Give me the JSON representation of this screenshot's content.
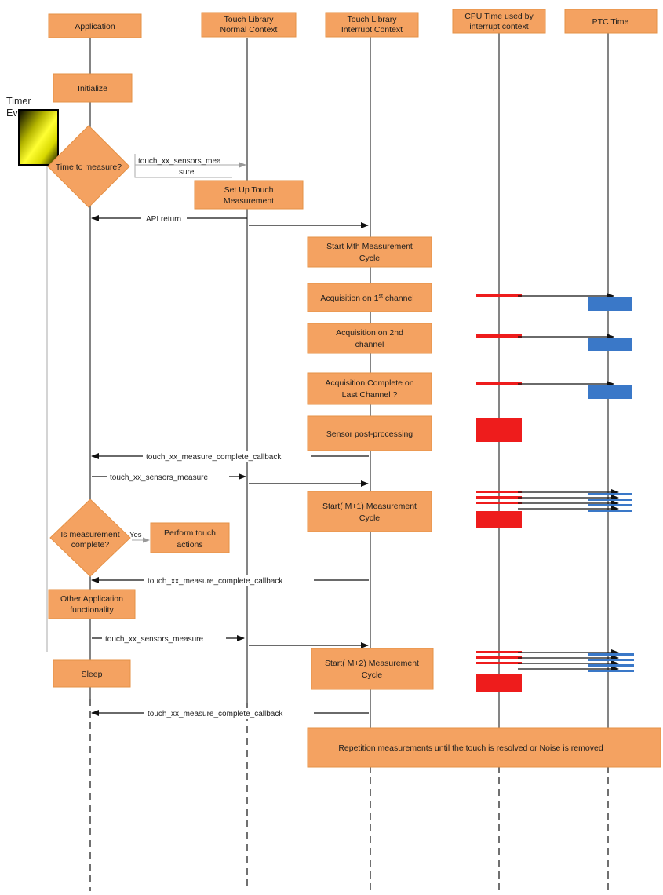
{
  "headers": {
    "application": "Application",
    "normal_ctx": [
      "Touch Library",
      "Normal Context"
    ],
    "interrupt_ctx": [
      "Touch Library",
      "Interrupt Context"
    ],
    "cpu_time": [
      "CPU Time used by",
      "interrupt context"
    ],
    "ptc_time": "PTC Time"
  },
  "app": {
    "initialize": "Initialize",
    "timer_event": [
      "Timer",
      "Event"
    ],
    "time_to_measure": "Time to measure?",
    "is_complete": [
      "Is measurement",
      "complete?"
    ],
    "yes": "Yes",
    "perform_touch": [
      "Perform touch",
      "actions"
    ],
    "other_functionality": [
      "Other Application",
      "functionality"
    ],
    "sleep": "Sleep"
  },
  "library": {
    "setup": [
      "Set Up Touch",
      "Measurement"
    ],
    "start_m": [
      "Start Mth Measurement",
      "Cycle"
    ],
    "acq_1_prefix": "Acquisition on 1",
    "acq_1_sup": "st",
    "acq_1_suffix": " channel",
    "acq_2": [
      "Acquisition on 2nd",
      "channel"
    ],
    "acq_last": [
      "Acquisition Complete on",
      "Last Channel  ?"
    ],
    "post_processing": "Sensor post-processing",
    "start_m1": [
      "Start( M+1) Measurement",
      "Cycle"
    ],
    "start_m2": [
      "Start( M+2) Measurement",
      "Cycle"
    ],
    "repetition": "Repetition measurements until the touch is resolved or Noise is removed"
  },
  "messages": {
    "sensors_measure_1": [
      "touch_xx_sensors_mea",
      "sure"
    ],
    "api_return": "API return",
    "complete_callback_1": "touch_xx_measure_complete_callback",
    "sensors_measure_2": "touch_xx_sensors_measure",
    "complete_callback_2": "touch_xx_measure_complete_callback",
    "sensors_measure_3": "touch_xx_sensors_measure",
    "complete_callback_3": "touch_xx_measure_complete_callback"
  },
  "colors": {
    "box": "#f4a261",
    "cpu_bar": "#ee1c1c",
    "ptc_bar": "#3a78c8"
  }
}
